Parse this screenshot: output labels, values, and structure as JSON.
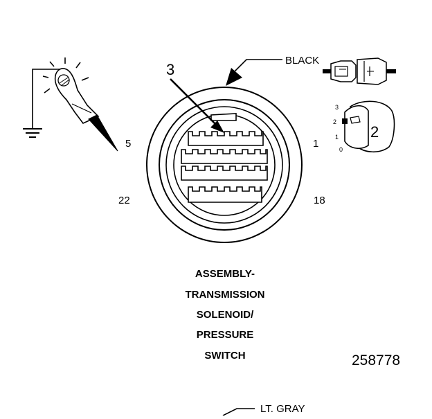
{
  "labels": {
    "color_top": "BLACK",
    "color_bottom": "LT. GRAY",
    "callout_connector": "3",
    "callout_lock": "2",
    "figure_number": "258778"
  },
  "pin_numbers": {
    "top_left": "5",
    "top_right": "1",
    "bottom_left": "22",
    "bottom_right": "18"
  },
  "lock_positions": [
    "3",
    "2",
    "1",
    "0"
  ],
  "title_lines": [
    "ASSEMBLY-",
    "TRANSMISSION",
    "SOLENOID/",
    "PRESSURE",
    "SWITCH"
  ]
}
